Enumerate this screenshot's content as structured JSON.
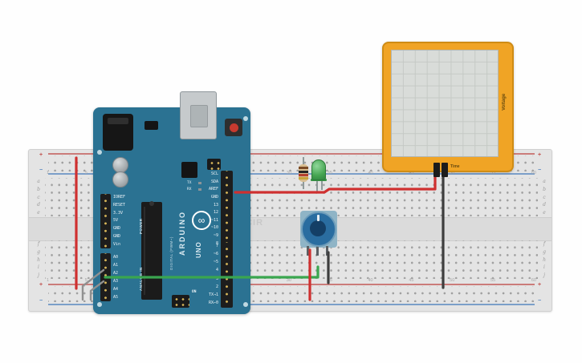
{
  "watermark": "3D.CIR",
  "arduino": {
    "brand": "ARDUINO",
    "model": "UNO",
    "logo_symbol": "∞",
    "digital_label": "DIGITAL (PWM~)",
    "power_label": "POWER",
    "analog_label": "ANALOG IN",
    "on_label": "ON",
    "tx_label": "TX",
    "rx_label": "RX",
    "right_pins_top": [
      "SCL",
      "SDA",
      "AREF",
      "GND",
      "13",
      "12",
      "~11",
      "~10",
      "~9",
      "8"
    ],
    "right_pins_bottom": [
      "7",
      "~6",
      "~5",
      "4",
      "~3",
      "2",
      "TX→1",
      "RX←0"
    ],
    "left_pins_power": [
      "IOREF",
      "RESET",
      "3.3V",
      "5V",
      "GND",
      "GND",
      "Vin"
    ],
    "left_pins_analog": [
      "A0",
      "A1",
      "A2",
      "A3",
      "A4",
      "A5"
    ]
  },
  "breadboard": {
    "rows_top": [
      "a",
      "b",
      "c",
      "d",
      "e"
    ],
    "rows_bottom": [
      "f",
      "g",
      "h",
      "i",
      "j"
    ],
    "columns": [
      "1",
      "5",
      "10",
      "15",
      "20",
      "25",
      "30",
      "35",
      "40",
      "45",
      "50",
      "55",
      "60"
    ],
    "plus": "+",
    "minus": "−"
  },
  "oscilloscope": {
    "voltage_label": "Voltage",
    "time_label": "Time"
  },
  "colors": {
    "board": "#2b7292",
    "scope_frame": "#f0a425",
    "wire_red": "#cf3030",
    "wire_green": "#3aa64f",
    "wire_black": "#3d3d3d",
    "wire_gray": "#909090",
    "res_band_1": "#7a4a26",
    "res_band_2": "#262626",
    "res_band_3": "#b5402f",
    "res_band_4": "#c9a43c",
    "led_green": "#46a552"
  }
}
